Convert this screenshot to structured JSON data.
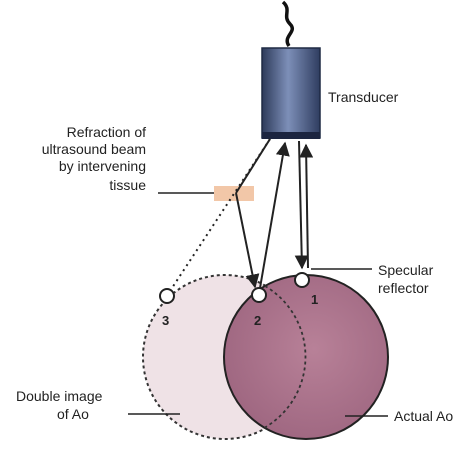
{
  "labels": {
    "transducer": "Transducer",
    "refraction": [
      "Refraction of",
      "ultrasound beam",
      "by intervening",
      "tissue"
    ],
    "specular": [
      "Specular",
      "reflector"
    ],
    "double_image": [
      "Double image",
      "of Ao"
    ],
    "actual_ao": "Actual Ao"
  },
  "points": {
    "p1": "1",
    "p2": "2",
    "p3": "3"
  },
  "colors": {
    "transducer_dark": "#2d3a5a",
    "transducer_light": "#7d8fb8",
    "actual_ao_fill": "#b07890",
    "double_image_fill": "#efe2e6",
    "tissue_patch": "#f2c7a8",
    "line": "#222222"
  }
}
